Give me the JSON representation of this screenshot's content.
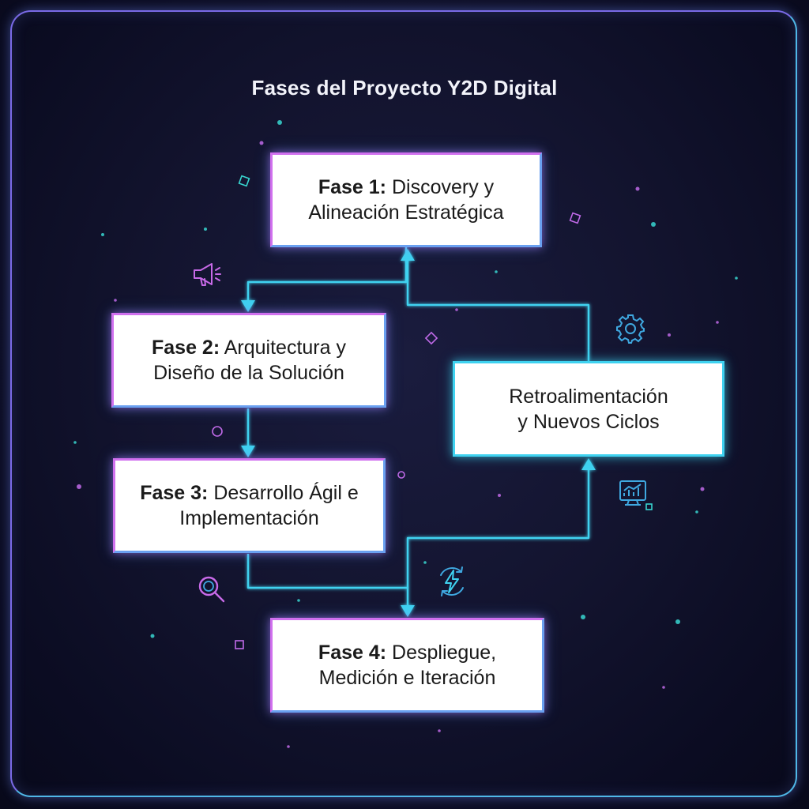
{
  "title": "Fases del Proyecto Y2D Digital",
  "nodes": {
    "fase_1": {
      "label": "Fase 1:",
      "line1": "Discovery y",
      "line2": "Alineación Estratégica"
    },
    "fase_2": {
      "label": "Fase 2:",
      "line1": "Arquitectura y",
      "line2": "Diseño de la Solución"
    },
    "fase_3": {
      "label": "Fase 3:",
      "line1": "Desarrollo Ágil e",
      "line2": "Implementación"
    },
    "fase_4": {
      "label": "Fase 4:",
      "line1": "Despliegue,",
      "line2": "Medición e Iteración"
    },
    "retro": {
      "line1": "Retroalimentación",
      "line2": "y Nuevos Ciclos"
    }
  },
  "edges": [
    {
      "from": "fase_1",
      "to": "fase_2"
    },
    {
      "from": "fase_2",
      "to": "fase_3"
    },
    {
      "from": "fase_3",
      "to": "fase_4"
    },
    {
      "from": "fase_4",
      "to": "retro"
    },
    {
      "from": "retro",
      "to": "fase_1"
    }
  ],
  "colors": {
    "background": "#13142f",
    "connector": "#3fd2f0",
    "node_border_magenta": "#d070ee",
    "node_border_blue": "#6aa0f0",
    "title_text": "#f2f3fa"
  },
  "decorative_icons": [
    "megaphone-icon",
    "gear-icon",
    "chart-monitor-icon",
    "magnifier-icon",
    "lightning-cycle-icon"
  ]
}
